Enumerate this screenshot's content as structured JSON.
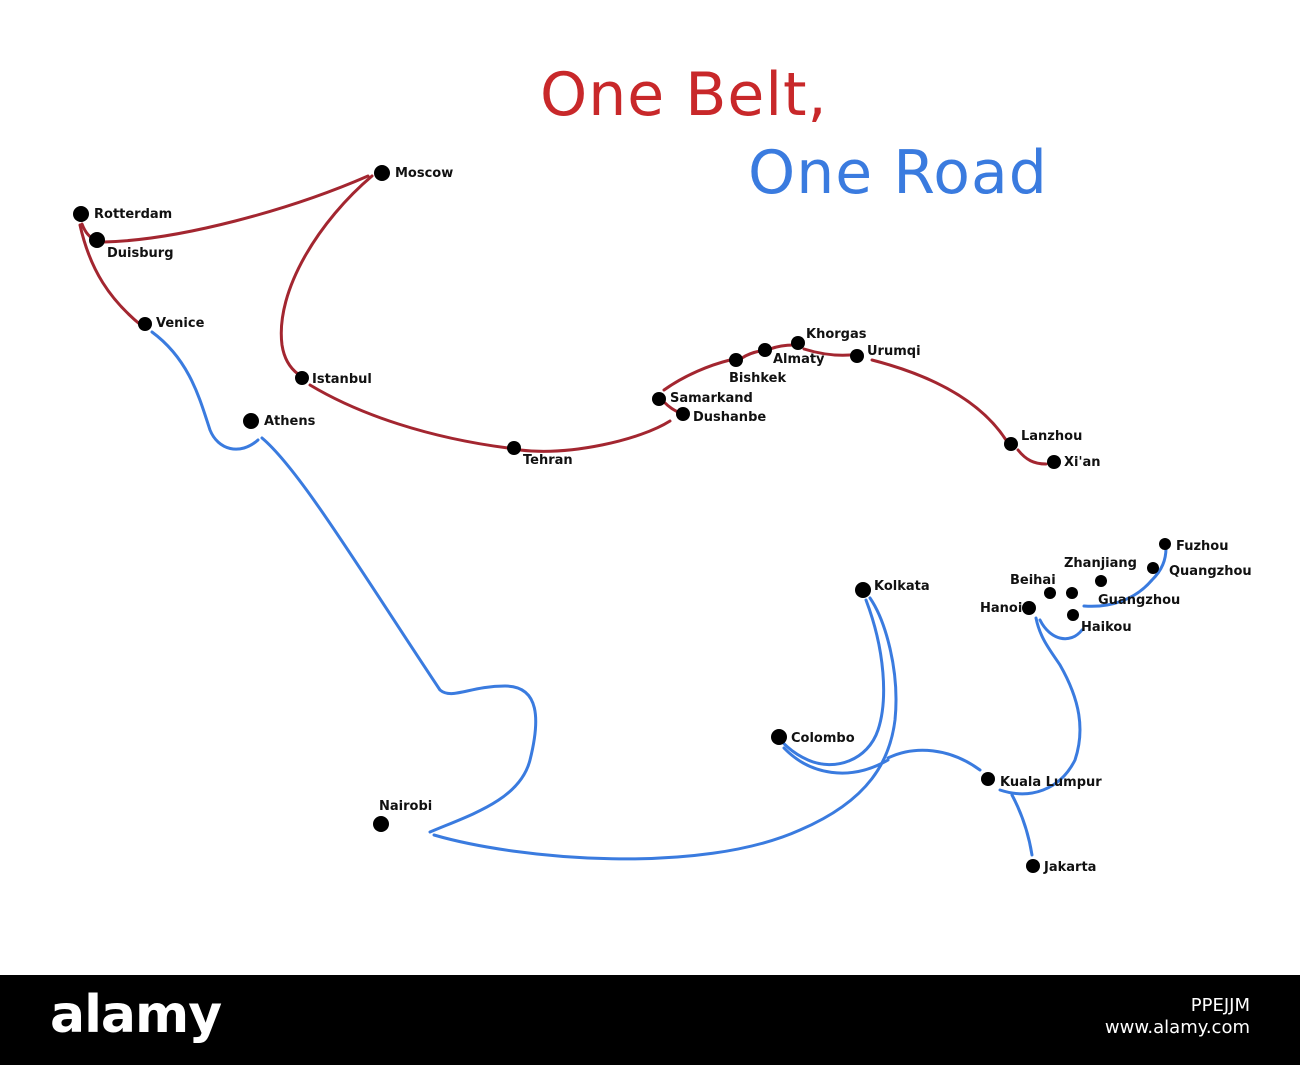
{
  "title": {
    "line1": "One Belt,",
    "line2": "One Road",
    "line1_color": "#c8282a",
    "line2_color": "#3a7bdf"
  },
  "colors": {
    "belt_route": "#a32630",
    "road_route": "#3a7bdf",
    "city_dot": "#000000"
  },
  "cities": [
    {
      "id": "rotterdam",
      "name": "Rotterdam"
    },
    {
      "id": "duisburg",
      "name": "Duisburg"
    },
    {
      "id": "moscow",
      "name": "Moscow"
    },
    {
      "id": "venice",
      "name": "Venice"
    },
    {
      "id": "istanbul",
      "name": "Istanbul"
    },
    {
      "id": "athens",
      "name": "Athens"
    },
    {
      "id": "tehran",
      "name": "Tehran"
    },
    {
      "id": "samarkand",
      "name": "Samarkand"
    },
    {
      "id": "dushanbe",
      "name": "Dushanbe"
    },
    {
      "id": "bishkek",
      "name": "Bishkek"
    },
    {
      "id": "almaty",
      "name": "Almaty"
    },
    {
      "id": "khorgas",
      "name": "Khorgas"
    },
    {
      "id": "urumqi",
      "name": "Urumqi"
    },
    {
      "id": "lanzhou",
      "name": "Lanzhou"
    },
    {
      "id": "xian",
      "name": "Xi'an"
    },
    {
      "id": "fuzhou",
      "name": "Fuzhou"
    },
    {
      "id": "quangzhou",
      "name": "Quangzhou"
    },
    {
      "id": "zhanjiang",
      "name": "Zhanjiang"
    },
    {
      "id": "beihai",
      "name": "Beihai"
    },
    {
      "id": "guangzhou",
      "name": "Guangzhou"
    },
    {
      "id": "hanoi",
      "name": "Hanoi"
    },
    {
      "id": "haikou",
      "name": "Haikou"
    },
    {
      "id": "kolkata",
      "name": "Kolkata"
    },
    {
      "id": "colombo",
      "name": "Colombo"
    },
    {
      "id": "kuala_lumpur",
      "name": "Kuala Lumpur"
    },
    {
      "id": "nairobi",
      "name": "Nairobi"
    },
    {
      "id": "jakarta",
      "name": "Jakarta"
    }
  ],
  "routes": {
    "belt_name": "One Belt",
    "road_name": "One Road"
  },
  "watermark": {
    "logo": "alamy",
    "image_id": "PPEJJM",
    "site": "www.alamy.com"
  }
}
